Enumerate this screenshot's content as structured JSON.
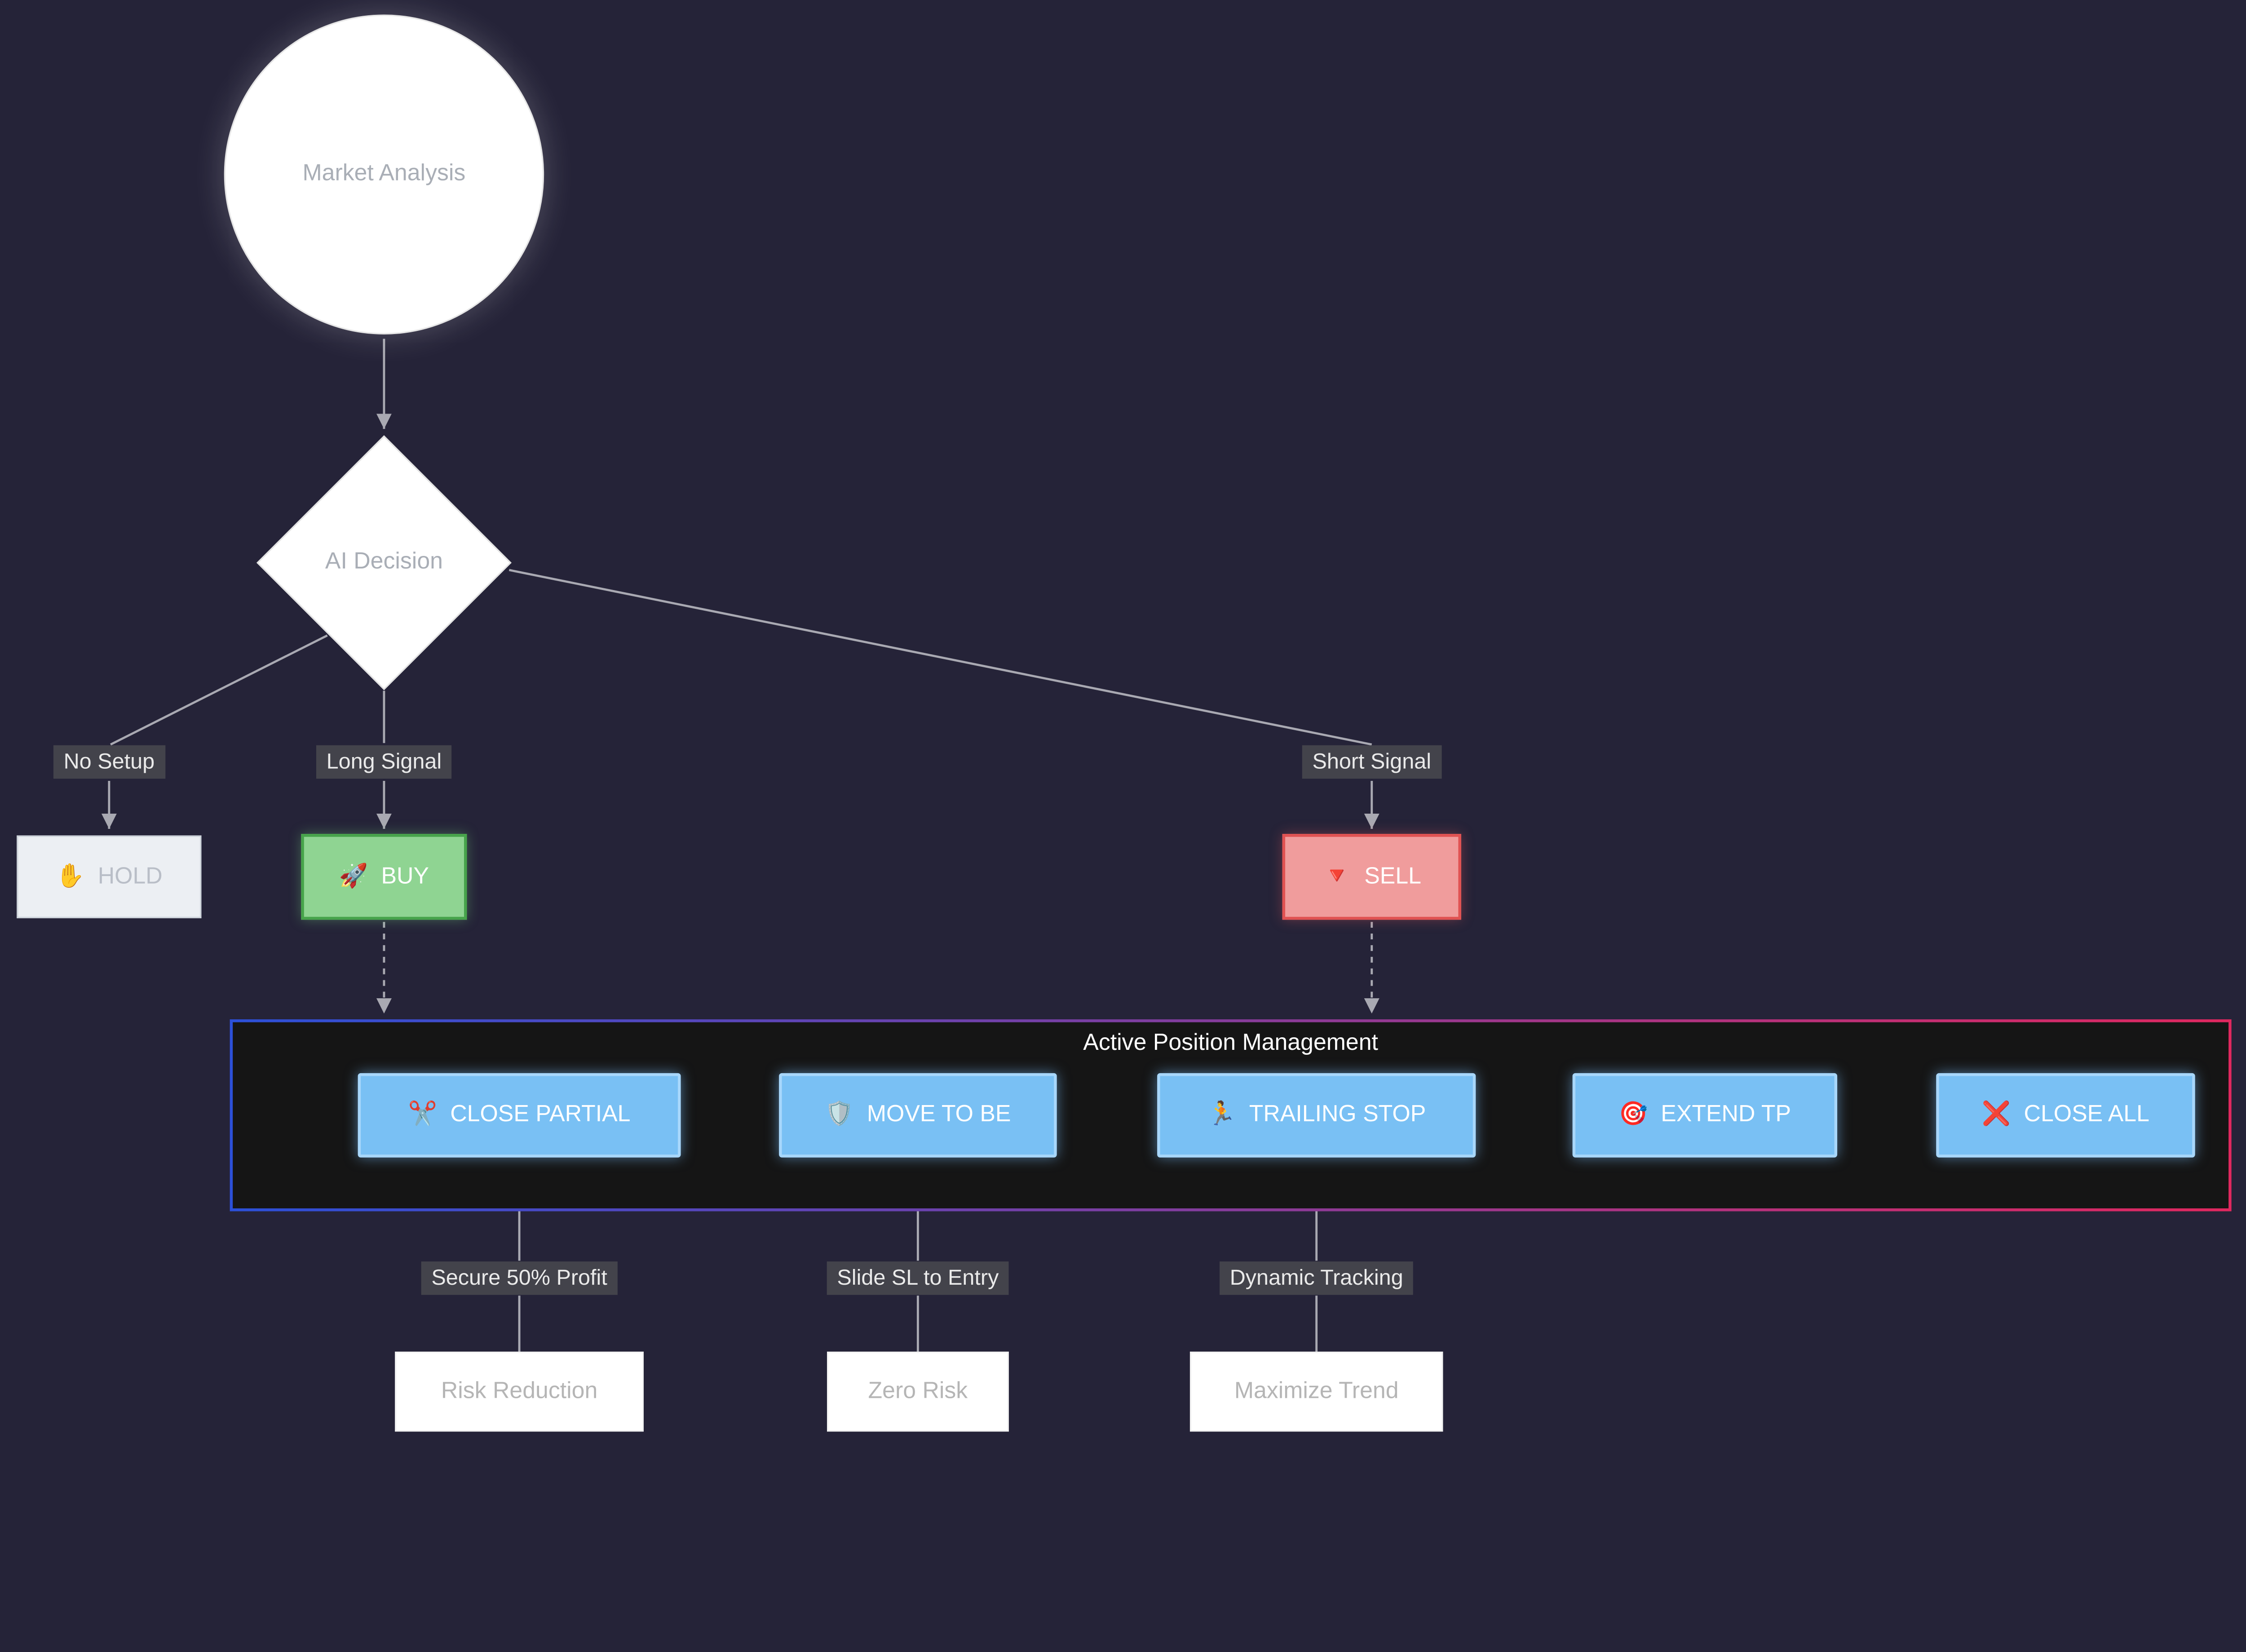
{
  "colors": {
    "bg": "#252338",
    "line": "#a9a9b2",
    "label_bg": "#43434b",
    "label_fg": "#eaeaea",
    "node_text_muted": "#a9aeb6",
    "hold_fill": "#eceff3",
    "hold_border": "#ccd2d9",
    "buy_fill": "#8fd492",
    "buy_border": "#47a34b",
    "sell_fill": "#f09c9c",
    "sell_border": "#e05252",
    "action_fill": "#79c0f4",
    "action_border": "#a8d7fb",
    "subgraph_fill": "#151515",
    "subgraph_border_left": "#2c50d8",
    "subgraph_border_right": "#e1285f",
    "result_fill": "#ffffff",
    "result_text": "#b5b5b5"
  },
  "nodes": {
    "market_analysis": {
      "label": "Market Analysis"
    },
    "ai_decision": {
      "label": "AI Decision"
    },
    "hold": {
      "icon": "✋",
      "label": "HOLD"
    },
    "buy": {
      "icon": "🚀",
      "label": "BUY"
    },
    "sell": {
      "icon": "🔻",
      "label": "SELL"
    },
    "close_partial": {
      "icon": "✂️",
      "label": "CLOSE PARTIAL"
    },
    "move_to_be": {
      "icon": "🛡️",
      "label": "MOVE TO BE"
    },
    "trailing_stop": {
      "icon": "🏃",
      "label": "TRAILING STOP"
    },
    "extend_tp": {
      "icon": "🎯",
      "label": "EXTEND TP"
    },
    "close_all": {
      "icon": "❌",
      "label": "CLOSE ALL"
    },
    "risk_reduction": {
      "label": "Risk Reduction"
    },
    "zero_risk": {
      "label": "Zero Risk"
    },
    "maximize_trend": {
      "label": "Maximize Trend"
    }
  },
  "edge_labels": {
    "no_setup": "No Setup",
    "long_signal": "Long Signal",
    "short_signal": "Short Signal",
    "secure_profit": "Secure 50% Profit",
    "slide_sl": "Slide SL to Entry",
    "dynamic_tracking": "Dynamic Tracking"
  },
  "subgraph": {
    "title": "Active Position Management"
  }
}
